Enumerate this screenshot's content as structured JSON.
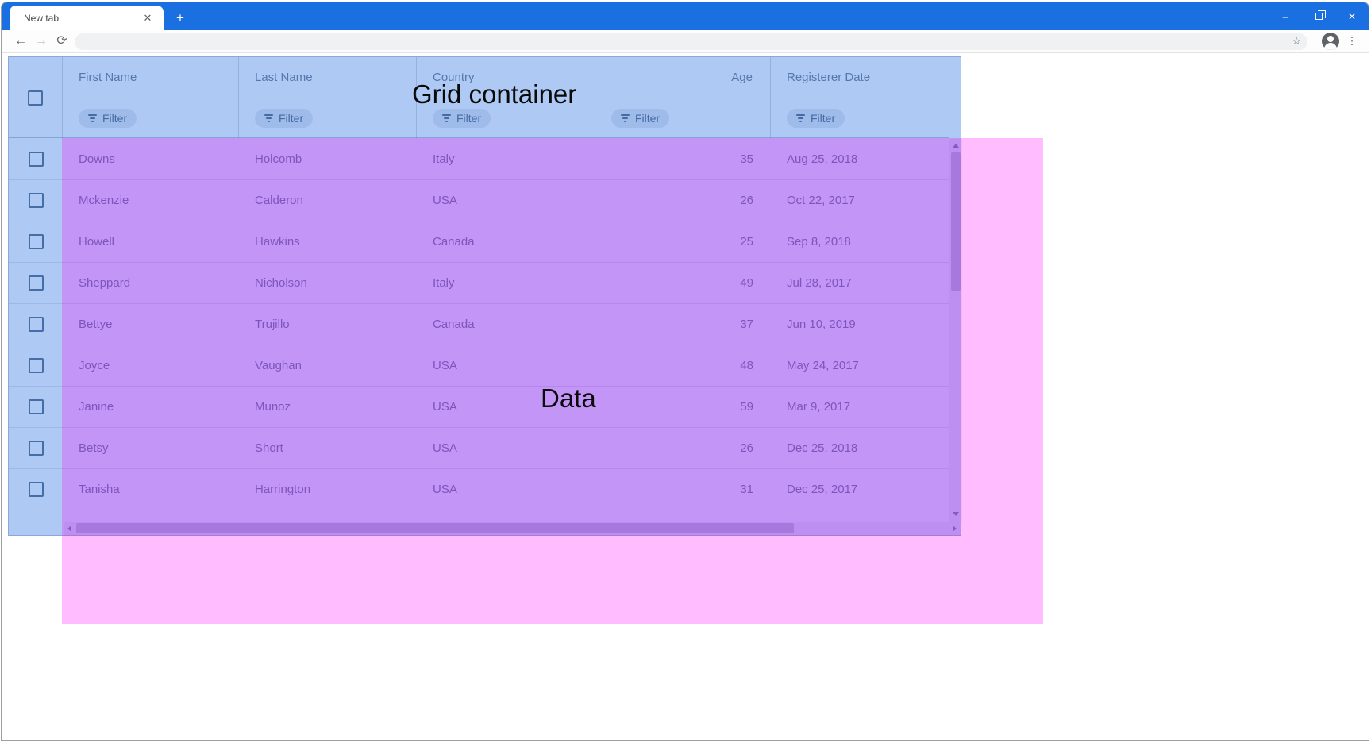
{
  "theme": {
    "chrome_blue": "#1b70e1",
    "overlay_blue": "rgba(30,105,225,0.36)",
    "overlay_pink": "rgba(255,0,255,0.26)"
  },
  "browser": {
    "tab_title": "New tab",
    "tab_close_glyph": "✕",
    "newtab_glyph": "+",
    "minimize_glyph": "–",
    "close_glyph": "✕",
    "back_glyph": "←",
    "forward_glyph": "→",
    "reload_glyph": "⟳",
    "star_glyph": "☆",
    "menu_glyph": "⋮",
    "omnibox_value": ""
  },
  "overlays": {
    "grid_container_label": "Grid container",
    "data_label": "Data"
  },
  "grid": {
    "filter_label": "Filter",
    "columns": [
      {
        "label": "First Name"
      },
      {
        "label": "Last Name"
      },
      {
        "label": "Country"
      },
      {
        "label": "Age"
      },
      {
        "label": "Registerer Date"
      }
    ],
    "rows": [
      [
        "Downs",
        "Holcomb",
        "Italy",
        "35",
        "Aug 25, 2018"
      ],
      [
        "Mckenzie",
        "Calderon",
        "USA",
        "26",
        "Oct 22, 2017"
      ],
      [
        "Howell",
        "Hawkins",
        "Canada",
        "25",
        "Sep 8, 2018"
      ],
      [
        "Sheppard",
        "Nicholson",
        "Italy",
        "49",
        "Jul 28, 2017"
      ],
      [
        "Bettye",
        "Trujillo",
        "Canada",
        "37",
        "Jun 10, 2019"
      ],
      [
        "Joyce",
        "Vaughan",
        "USA",
        "48",
        "May 24, 2017"
      ],
      [
        "Janine",
        "Munoz",
        "USA",
        "59",
        "Mar 9, 2017"
      ],
      [
        "Betsy",
        "Short",
        "USA",
        "26",
        "Dec 25, 2018"
      ],
      [
        "Tanisha",
        "Harrington",
        "USA",
        "31",
        "Dec 25, 2017"
      ],
      [
        "",
        "",
        "",
        "",
        ""
      ]
    ]
  }
}
